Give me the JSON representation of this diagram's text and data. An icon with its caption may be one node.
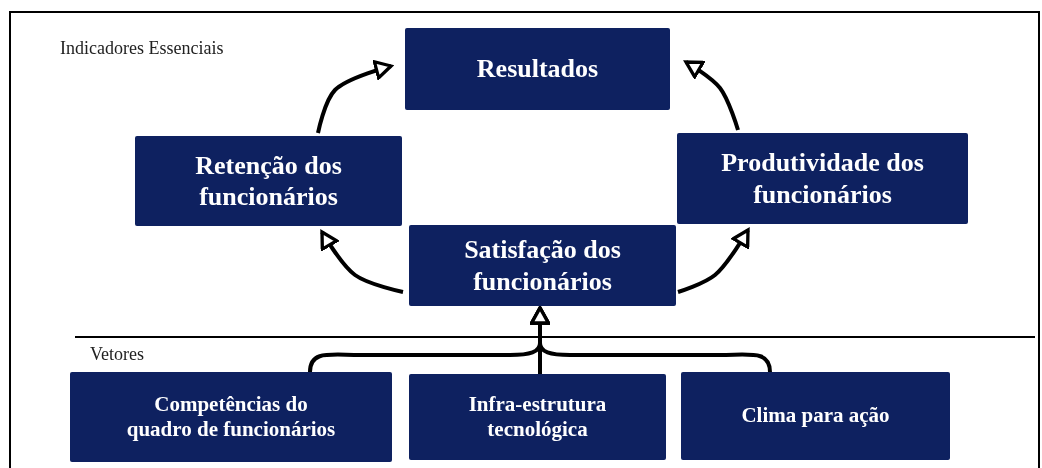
{
  "diagram": {
    "nodes": [
      {
        "text": [
          "Resultados"
        ]
      },
      {
        "text": [
          "Retenção dos funcionários"
        ]
      },
      {
        "text": [
          "Produtividade dos funcionários"
        ]
      },
      {
        "text": [
          "Satisfação dos funcionários"
        ]
      },
      {
        "text": [
          "Competências do quadro de funcionários"
        ]
      },
      {
        "text": [
          "Infra-estrutura tecnológica"
        ]
      },
      {
        "text": [
          "Clima para ação"
        ]
      }
    ],
    "edges": [
      {
        "from": 1,
        "to": 0,
        "arrow": "to"
      },
      {
        "from": 2,
        "to": 0,
        "arrow": "to"
      },
      {
        "from": 3,
        "to": 1,
        "arrow": "to"
      },
      {
        "from": 3,
        "to": 2,
        "arrow": "to"
      },
      {
        "from": 4,
        "to": 3,
        "arrow": "to"
      },
      {
        "from": 5,
        "to": 3,
        "arrow": "to"
      },
      {
        "from": 6,
        "to": 3,
        "arrow": "to"
      }
    ],
    "labels": [
      "Indicadores Essenciais",
      "Vetores"
    ]
  }
}
